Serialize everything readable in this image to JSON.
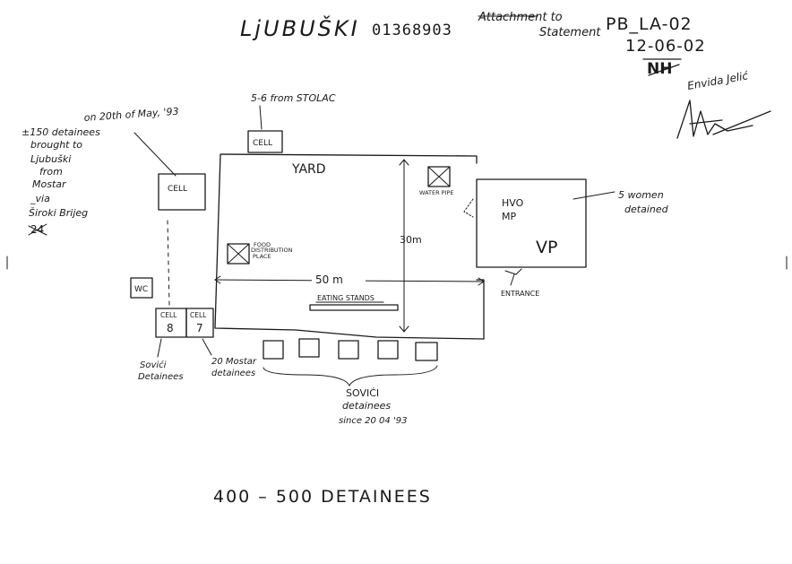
{
  "header": {
    "site": "LjUBUŠKI",
    "doc_number": "01368903",
    "attachment_line1": "Attachment to",
    "attachment_line2": "Statement",
    "ref_code": "PB_LA-02",
    "date": "12-06-02"
  },
  "signatures": {
    "initials": "NH",
    "witness_name": "Envida Jelić"
  },
  "left_note": {
    "date_line": "on 20th of May, '93",
    "lines": [
      "±150 detainees",
      "brought to",
      "Ljubuški",
      "from",
      "Mostar",
      "_via",
      "Široki Brijeg"
    ],
    "struck": "24"
  },
  "labels": {
    "cell_top_note": "5-6 from STOLAC",
    "cell": "CELL",
    "yard": "YARD",
    "water_pipe": "WATER PIPE",
    "food_line1": "FOOD",
    "food_line2": "DISTRIBUTION",
    "food_line3": "PLACE",
    "dim_width": "50 m",
    "dim_height": "30m",
    "eating_stands": "EATING STANDS",
    "wc": "WC",
    "cell8_label": "CELL",
    "cell8_num": "8",
    "cell7_label": "CELL",
    "cell7_num": "7",
    "hvo": "HVO",
    "mp": "MP",
    "vp": "VP",
    "women_line1": "5 women",
    "women_line2": "detained",
    "entrance": "ENTRANCE",
    "sovici_cells_line1": "Sovići",
    "sovici_cells_line2": "Detainees",
    "mostar_line1": "20 Mostar",
    "mostar_line2": "detainees",
    "sovici_bottom_line1": "SOVIĆI",
    "sovici_bottom_line2": "detainees",
    "sovici_bottom_line3": "since 20 04 '93"
  },
  "footer": {
    "total": "400 – 500  DETAINEES"
  }
}
